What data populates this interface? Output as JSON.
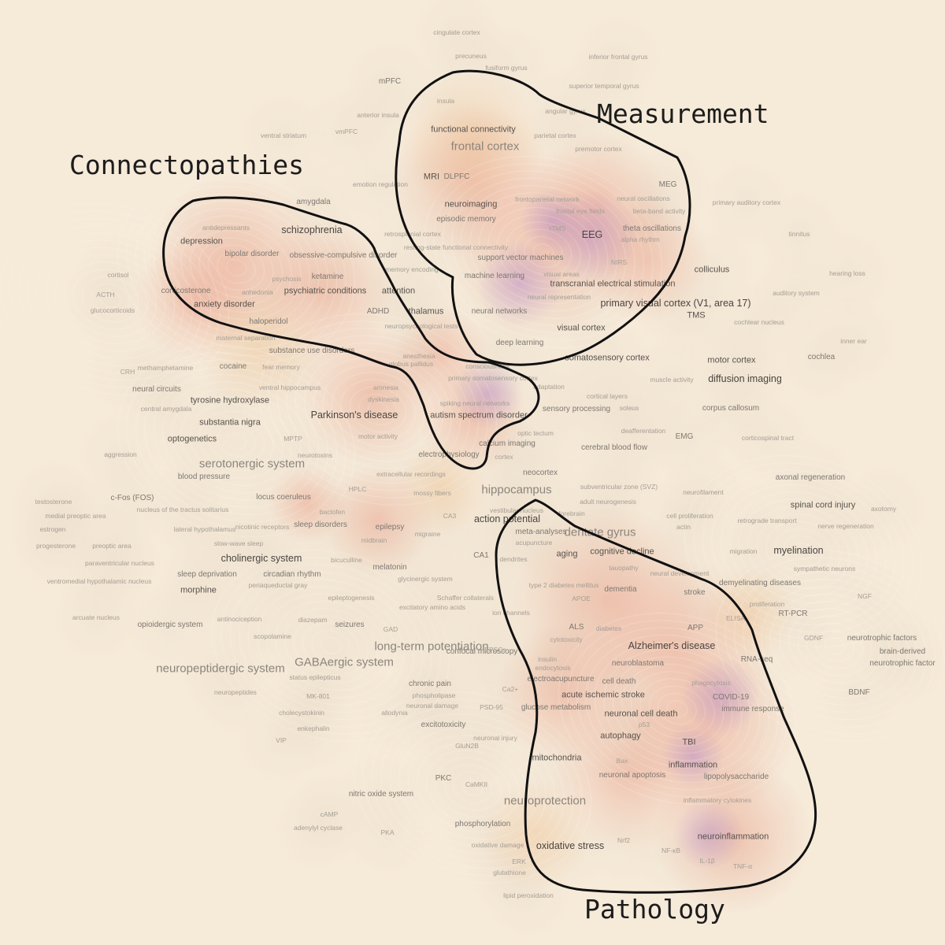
{
  "regions": {
    "measurement": "Measurement",
    "connectopathies": "Connectopathies",
    "pathology": "Pathology"
  },
  "colors": {
    "background": "#f6ead9",
    "heat_low": "#e8cfa6",
    "heat_mid": "#eb9a7d",
    "heat_high": "#b48bd0",
    "outline": "#111111"
  },
  "terms": [
    "cingulate cortex",
    "precuneus",
    "fusiform gyrus",
    "inferior frontal gyrus",
    "mPFC",
    "insula",
    "superior temporal gyrus",
    "angular gyrus",
    "anterior insula",
    "parietal cortex",
    "premotor cortex",
    "ventral striatum",
    "vmPFC",
    "functional connectivity",
    "frontal cortex",
    "MRI",
    "DLPFC",
    "emotion regulation",
    "MEG",
    "amygdala",
    "neuroimaging",
    "frontoparietal network",
    "neural oscillations",
    "primary auditory cortex",
    "episodic memory",
    "frontal eye fields",
    "beta-band activity",
    "antidepressants",
    "schizophrenia",
    "rTMS",
    "EEG",
    "theta oscillations",
    "tinnitus",
    "retrosplenial cortex",
    "alpha rhythm",
    "depression",
    "resting-state functional connectivity",
    "bipolar disorder",
    "obsessive-compulsive disorder",
    "support vector machines",
    "NIRS",
    "memory encoding",
    "visual areas",
    "colliculus",
    "hearing loss",
    "cortisol",
    "psychosis",
    "ketamine",
    "machine learning",
    "transcranial electrical stimulation",
    "ACTH",
    "corticosterone",
    "anhedonia",
    "psychiatric conditions",
    "attention",
    "neural representation",
    "auditory system",
    "anxiety disorder",
    "primary visual cortex (V1, area 17)",
    "glucocorticoids",
    "ADHD",
    "thalamus",
    "neural networks",
    "TMS",
    "cochlear nucleus",
    "haloperidol",
    "neuropsychological tests",
    "visual cortex",
    "maternal separation",
    "deep learning",
    "inner ear",
    "substance use disorders",
    "anesthesia",
    "somatosensory cortex",
    "cochlea",
    "CRH",
    "methamphetamine",
    "cocaine",
    "fear memory",
    "globus pallidus",
    "consciousness",
    "motor cortex",
    "primary somatosensory cortex",
    "ventral hippocampus",
    "amnesia",
    "adaptation",
    "muscle activity",
    "diffusion imaging",
    "neural circuits",
    "tyrosine hydroxylase",
    "dyskinesia",
    "spiking neural networks",
    "cortical layers",
    "central amygdala",
    "sensory processing",
    "soleus",
    "corpus callosum",
    "Parkinson's disease",
    "autism spectrum disorder",
    "substantia nigra",
    "optogenetics",
    "MPTP",
    "motor activity",
    "optic tectum",
    "deafferentation",
    "EMG",
    "corticospinal tract",
    "calcium imaging",
    "aggression",
    "neurotoxins",
    "electrophysiology",
    "cortex",
    "cerebral blood flow",
    "serotonergic system",
    "blood pressure",
    "extracellular recordings",
    "neocortex",
    "subventricular zone (SVZ)",
    "axonal regeneration",
    "HPLC",
    "hippocampus",
    "neurofilament",
    "testosterone",
    "c-Fos (FOS)",
    "locus coeruleus",
    "mossy fibers",
    "adult neurogenesis",
    "spinal cord injury",
    "axotomy",
    "medial preoptic area",
    "nucleus of the tractus solitarius",
    "baclofen",
    "vestibular nucleus",
    "forebrain",
    "estrogen",
    "lateral hypothalamus",
    "nicotinic receptors",
    "sleep disorders",
    "epilepsy",
    "CA3",
    "action potential",
    "cell proliferation",
    "retrograde transport",
    "nerve regeneration",
    "actin",
    "progesterone",
    "slow-wave sleep",
    "midbrain",
    "migraine",
    "meta-analyses",
    "dentate gyrus",
    "preoptic area",
    "acupuncture",
    "migration",
    "myelination",
    "paraventricular nucleus",
    "cholinergic system",
    "bicuculline",
    "cognitive decline",
    "aging",
    "CA1",
    "dendrites",
    "sympathetic neurons",
    "sleep deprivation",
    "circadian rhythm",
    "melatonin",
    "glycinergic system",
    "tauopathy",
    "neural development",
    "ventromedial hypothalamic nucleus",
    "periaqueductal gray",
    "type 2 diabetes mellitus",
    "dementia",
    "stroke",
    "demyelinating diseases",
    "morphine",
    "epileptogenesis",
    "APOE",
    "NGF",
    "Schaffer collaterals",
    "proliferation",
    "excitatory amino acids",
    "ion channels",
    "ELISA",
    "RT-PCR",
    "arcuate nucleus",
    "antinociception",
    "diazepam",
    "opioidergic system",
    "seizures",
    "ALS",
    "diabetes",
    "APP",
    "GAD",
    "cytotoxicity",
    "confocal microscopy",
    "GDNF",
    "neurotrophic factors",
    "scopolamine",
    "Alzheimer's disease",
    "long-term potentiation",
    "brain-derived",
    "EPSCs",
    "insulin",
    "RNA-seq",
    "neurotrophic factor",
    "GABAergic system",
    "neuroblastoma",
    "neuropeptidergic system",
    "status epilepticus",
    "endocytosis",
    "electroacupuncture",
    "chronic pain",
    "cell death",
    "phagocytosis",
    "neuropeptides",
    "MK-801",
    "Ca2+",
    "COVID-19",
    "phospholipase",
    "acute ischemic stroke",
    "BDNF",
    "neuronal damage",
    "PSD-95",
    "glucose metabolism",
    "immune response",
    "cholecystokinin",
    "allodynia",
    "neuronal cell death",
    "excitotoxicity",
    "enkephalin",
    "p53",
    "VIP",
    "GluN2B",
    "neuronal injury",
    "autophagy",
    "TBI",
    "mitochondria",
    "Bax",
    "inflammation",
    "PKC",
    "neuronal apoptosis",
    "lipopolysaccharide",
    "nitric oxide system",
    "CaMKII",
    "neuroprotection",
    "inflammatory cytokines",
    "cAMP",
    "phosphorylation",
    "adenylyl cyclase",
    "PKA",
    "neuroinflammation",
    "Nrf2",
    "oxidative damage",
    "oxidative stress",
    "NF-κB",
    "ERK",
    "IL-1β",
    "TNF-α",
    "glutathione",
    "lipid peroxidation"
  ]
}
